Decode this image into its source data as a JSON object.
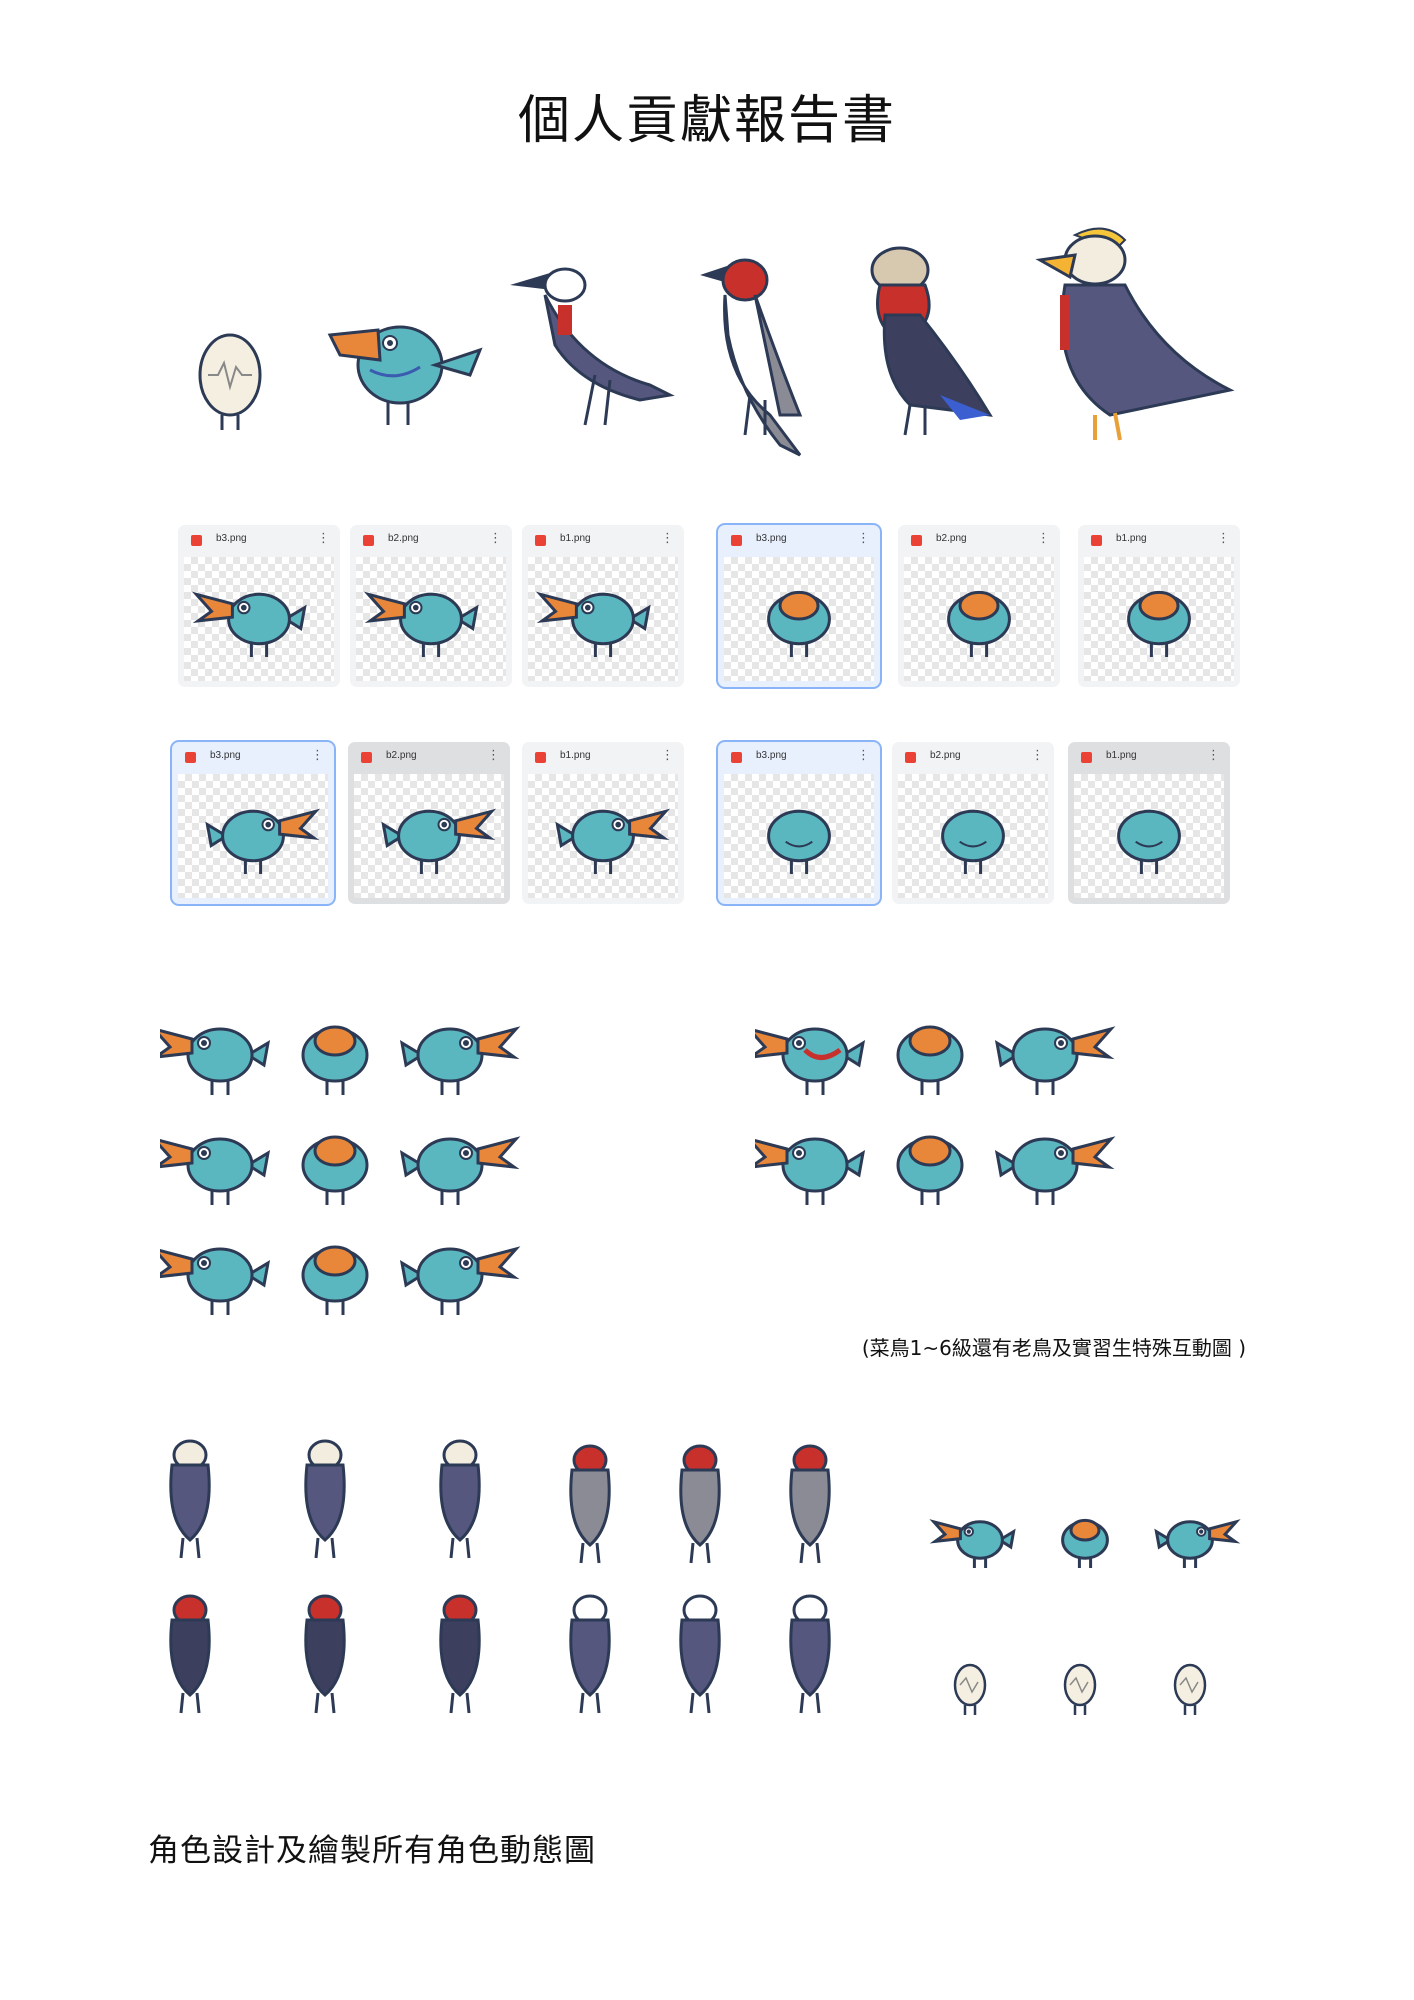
{
  "document": {
    "title": "個人貢獻報告書",
    "note": "(菜鳥1~6級還有老鳥及實習生特殊互動圖 )",
    "caption": "角色設計及繪製所有角色動態圖"
  },
  "file_tiles": [
    {
      "name": "b3.png",
      "view": "side-right"
    },
    {
      "name": "b2.png",
      "view": "side-right"
    },
    {
      "name": "b1.png",
      "view": "side-right"
    },
    {
      "name": "b3.png",
      "view": "front"
    },
    {
      "name": "b2.png",
      "view": "front"
    },
    {
      "name": "b1.png",
      "view": "front"
    },
    {
      "name": "b3.png",
      "view": "side-left"
    },
    {
      "name": "b2.png",
      "view": "side-left"
    },
    {
      "name": "b1.png",
      "view": "side-left"
    },
    {
      "name": "b3.png",
      "view": "back"
    },
    {
      "name": "b2.png",
      "view": "back"
    },
    {
      "name": "b1.png",
      "view": "back"
    }
  ],
  "colors": {
    "teal": "#5bb7bf",
    "outline": "#2d3a55",
    "beak": "#e8863a",
    "navy_suit": "#55577f",
    "grey_bird": "#8a8b95",
    "red": "#c8302c",
    "gold": "#f5c53a"
  }
}
